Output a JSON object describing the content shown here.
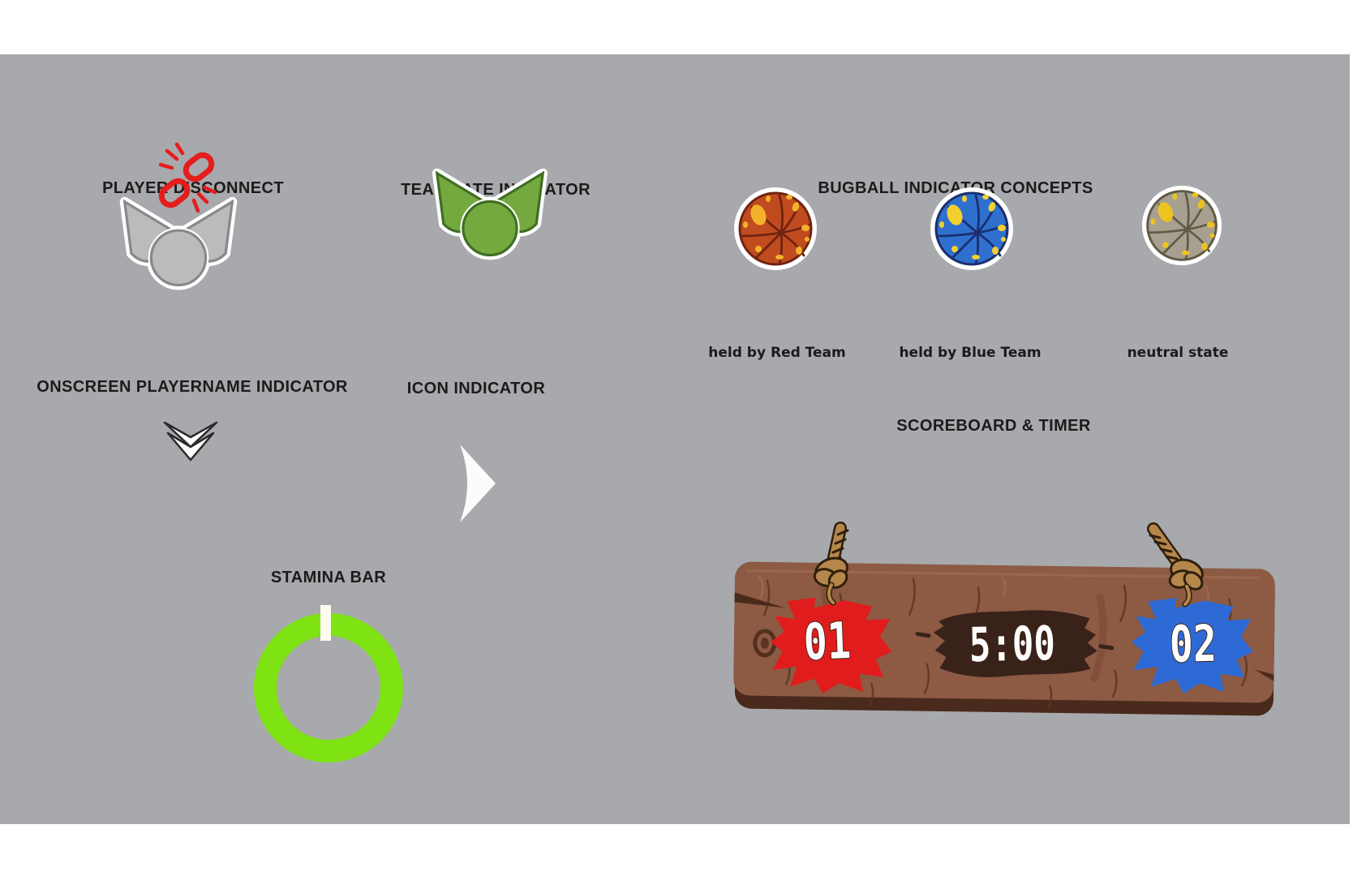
{
  "page": {
    "background_color": "#ffffff",
    "canvas_color": "#a7a9ac"
  },
  "sections": {
    "player_disconnect": {
      "title": "PLAYER DISCONNECT",
      "icon": "winged-ball-with-broken-link-icon",
      "ball_color": "#babbbd",
      "chain_color": "#e51d1d"
    },
    "teammate_indicator": {
      "title": "TEAMMATE INDICATOR",
      "icon": "winged-ball-icon",
      "ball_color": "#74a93f"
    },
    "bugball_concepts": {
      "title": "BUGBALL INDICATOR CONCEPTS",
      "balls": [
        {
          "state": "red",
          "label": "held by Red Team",
          "color": "#c04b1e",
          "line_color": "#6f2410",
          "spot_color": "#f2b32a"
        },
        {
          "state": "blue",
          "label": "held by Blue Team",
          "color": "#2f70cf",
          "line_color": "#1b2f6e",
          "spot_color": "#f2d02e"
        },
        {
          "state": "neutral",
          "label": "neutral state",
          "color": "#a7a091",
          "line_color": "#605a44",
          "spot_color": "#edc41f"
        }
      ]
    },
    "onscreen_playername": {
      "title": "ONSCREEN PLAYERNAME INDICATOR",
      "icon": "double-chevron-down-icon"
    },
    "icon_indicator": {
      "title": "ICON INDICATOR",
      "icon": "chevron-right-icon"
    },
    "stamina_bar": {
      "title": "STAMINA BAR",
      "ring_color": "#7fe313"
    },
    "scoreboard": {
      "title": "SCOREBOARD & TIMER",
      "red_score": "01",
      "timer": "5:00",
      "blue_score": "02",
      "red_color": "#e11c1c",
      "blue_color": "#2d6ad6",
      "wood_color": "#8d5a44"
    }
  }
}
